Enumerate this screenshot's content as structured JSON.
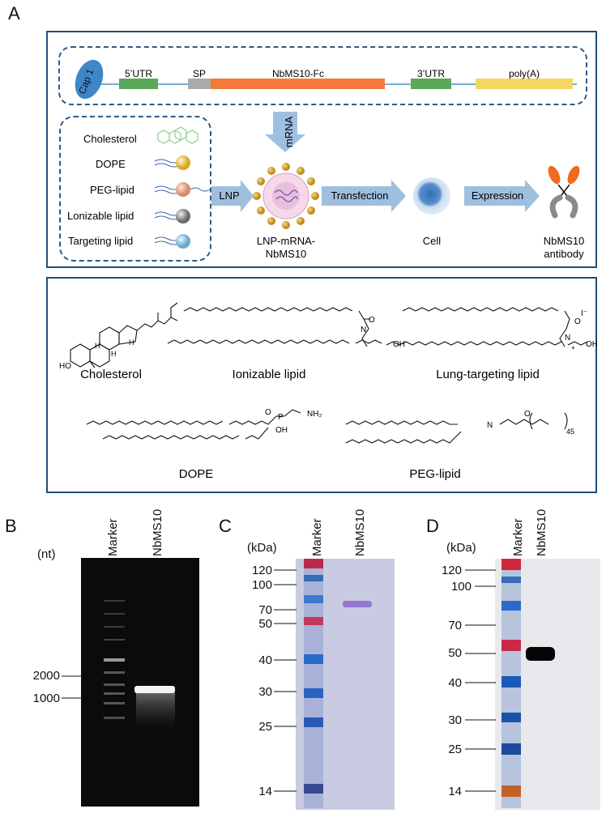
{
  "panels": {
    "a": "A",
    "b": "B",
    "c": "C",
    "d": "D"
  },
  "construct": {
    "cap": "Cap 1",
    "utr5": "5’UTR",
    "sp": "SP",
    "gene": "NbMS10-Fc",
    "utr3": "3’UTR",
    "polya": "poly(A)"
  },
  "components": [
    "Cholesterol",
    "DOPE",
    "PEG-lipid",
    "Lonizable lipid",
    "Targeting lipid"
  ],
  "flow": {
    "mrna": "mRNA",
    "lnp": "LNP",
    "particle": [
      "LNP-mRNA-",
      "NbMS10"
    ],
    "transfection": "Transfection",
    "cell": "Cell",
    "expression": "Expression",
    "antibody": [
      "NbMS10",
      "antibody"
    ]
  },
  "structures": {
    "cholesterol": "Cholesterol",
    "ionizable": "Ionizable lipid",
    "lung": "Lung-targeting lipid",
    "dope": "DOPE",
    "peg": "PEG-lipid",
    "atoms": {
      "ho": "HO",
      "h": "H",
      "o": "O",
      "n": "N",
      "oh": "OH",
      "i": "I⁻",
      "p": "P",
      "nh2": "NH₂",
      "plus": "+",
      "sub45": "45"
    }
  },
  "gel_b": {
    "unit": "(nt)",
    "lanes": [
      "Marker",
      "NbMS10"
    ],
    "ticks": [
      "2000",
      "1000"
    ]
  },
  "blot_c": {
    "unit": "(kDa)",
    "lanes": [
      "Marker",
      "NbMS10"
    ],
    "ticks": [
      "120",
      "100",
      "70",
      "50",
      "40",
      "30",
      "25",
      "14"
    ]
  },
  "blot_d": {
    "unit": "(kDa)",
    "lanes": [
      "Marker",
      "NbMS10"
    ],
    "ticks": [
      "120",
      "100",
      "70",
      "50",
      "40",
      "30",
      "25",
      "14"
    ]
  },
  "colors": {
    "frame": "#1f4e79",
    "dash": "#2a5b8a",
    "arrow": "#9fbfe0",
    "gene": "#f47a3a",
    "utr": "#5aa85a",
    "polya": "#f5d660",
    "sp": "#aaaaaa"
  }
}
